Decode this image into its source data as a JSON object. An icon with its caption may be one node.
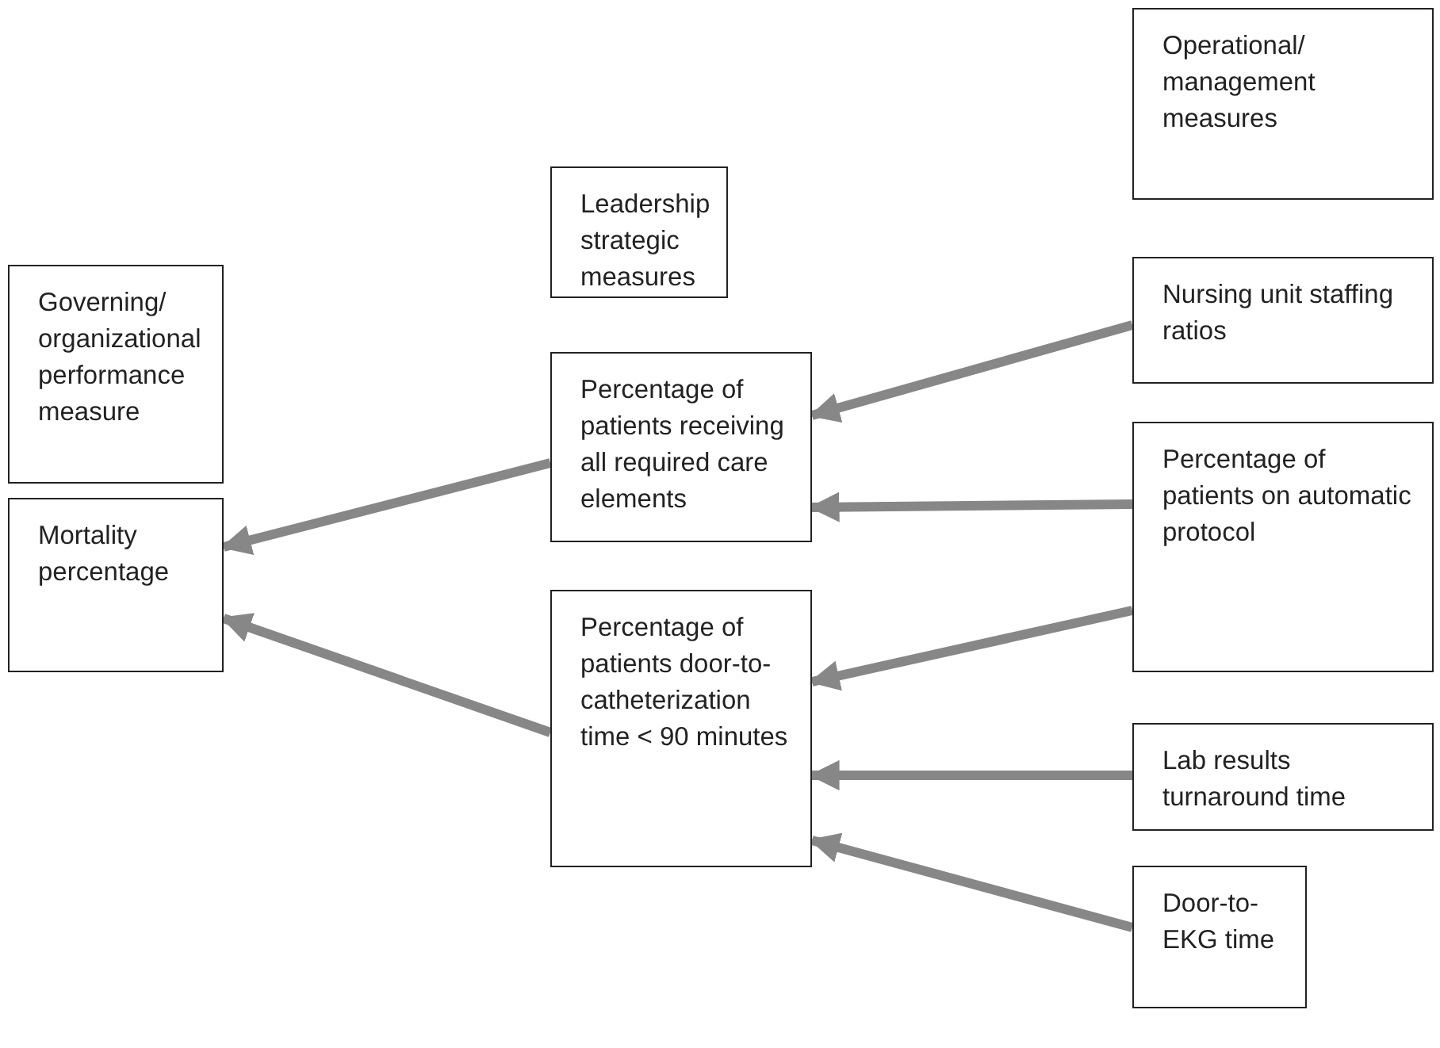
{
  "diagram": {
    "nodes": [
      {
        "text": [
          "Governing/ organizational performance measure"
        ]
      },
      {
        "text": [
          "Mortality percentage"
        ]
      },
      {
        "text": [
          "Leadership strategic measures"
        ]
      },
      {
        "text": [
          "Percentage of patients receiving all required care elements"
        ]
      },
      {
        "text": [
          "Percentage of patients door-to-catheterization time < 90 minutes"
        ]
      },
      {
        "text": [
          "Operational/ management measures"
        ]
      },
      {
        "text": [
          "Nursing unit staffing ratios"
        ]
      },
      {
        "text": [
          "Percentage of patients on automatic protocol"
        ]
      },
      {
        "text": [
          "Lab results turnaround time"
        ]
      },
      {
        "text": [
          "Door-to-EKG time"
        ]
      }
    ],
    "edges": [
      {
        "from": 6,
        "to": 3,
        "arrow": "to"
      },
      {
        "from": 7,
        "to": 3,
        "arrow": "to"
      },
      {
        "from": 7,
        "to": 4,
        "arrow": "to"
      },
      {
        "from": 8,
        "to": 4,
        "arrow": "to"
      },
      {
        "from": 9,
        "to": 4,
        "arrow": "to"
      },
      {
        "from": 3,
        "to": 1,
        "arrow": "to"
      },
      {
        "from": 4,
        "to": 1,
        "arrow": "to"
      }
    ]
  }
}
